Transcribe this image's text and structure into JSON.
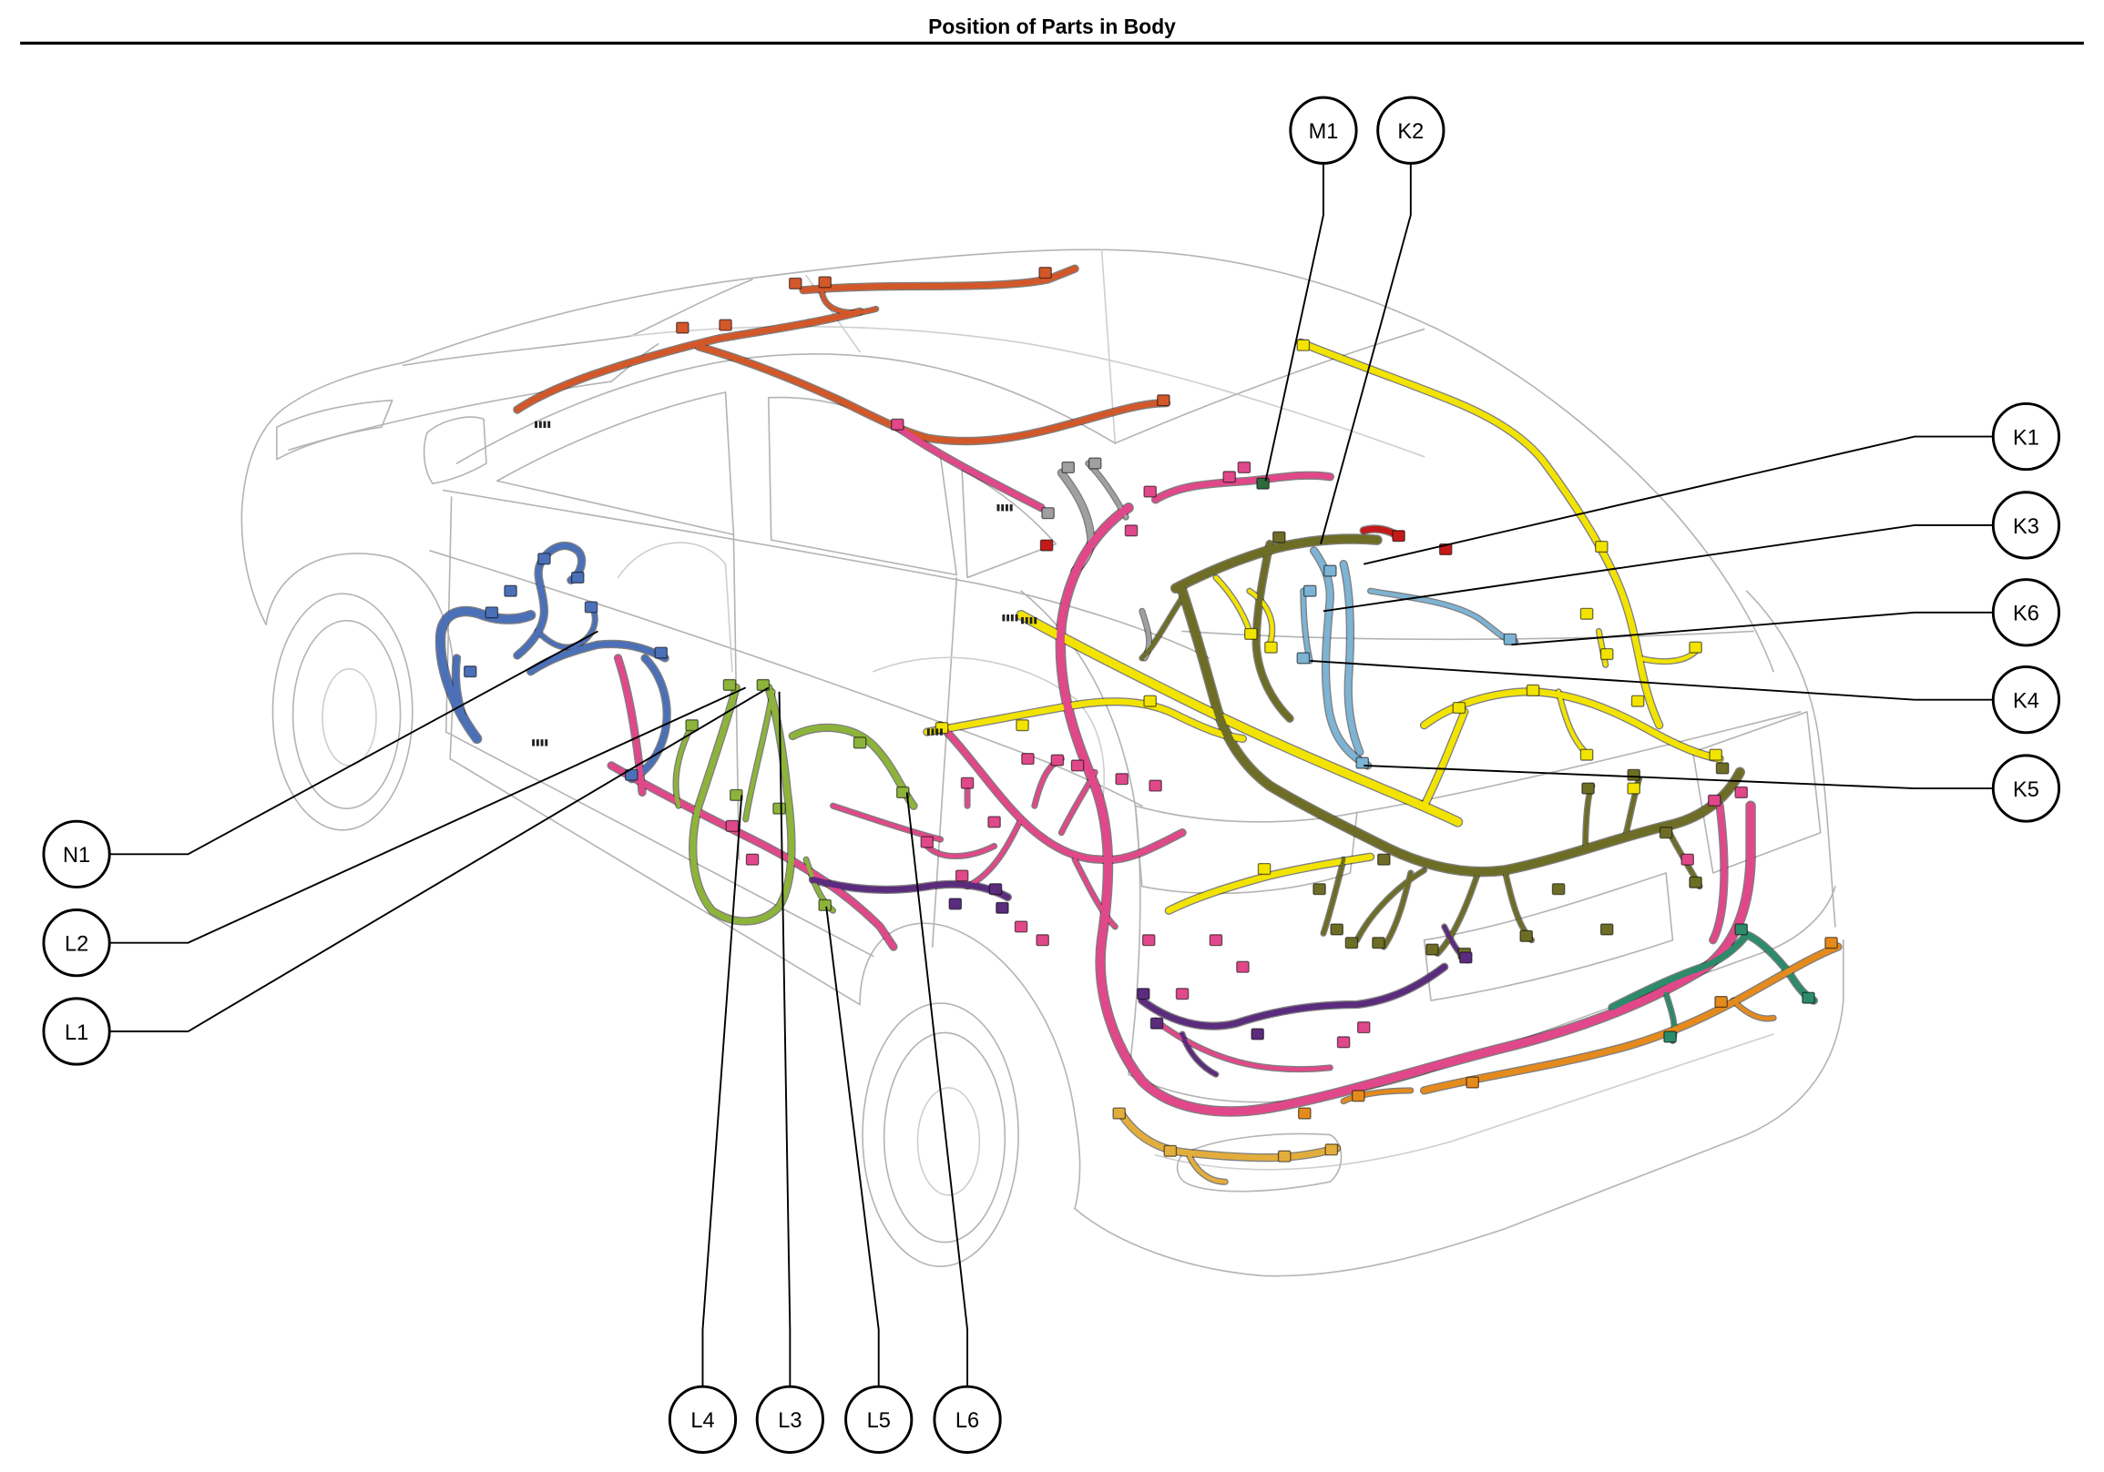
{
  "title": "Position of Parts in Body",
  "callouts": {
    "top": [
      "M1",
      "K2"
    ],
    "right": [
      "K1",
      "K3",
      "K6",
      "K4",
      "K5"
    ],
    "left": [
      "N1",
      "L2",
      "L1"
    ],
    "bottom": [
      "L4",
      "L3",
      "L5",
      "L6"
    ]
  },
  "harness_colors": {
    "orange": "#d2582a",
    "pink": "#e0488a",
    "green": "#8db43a",
    "blue": "#4b70b8",
    "lightblue": "#7db3d4",
    "olive": "#6e6d26",
    "yellow": "#f2e400",
    "purple": "#5b2b7d",
    "teal": "#2c8b6a",
    "gold": "#e58a1c",
    "tan": "#e3ad3c",
    "gray": "#a0a0a0",
    "red": "#c41a1a",
    "darkgreen": "#2d6b3c"
  }
}
